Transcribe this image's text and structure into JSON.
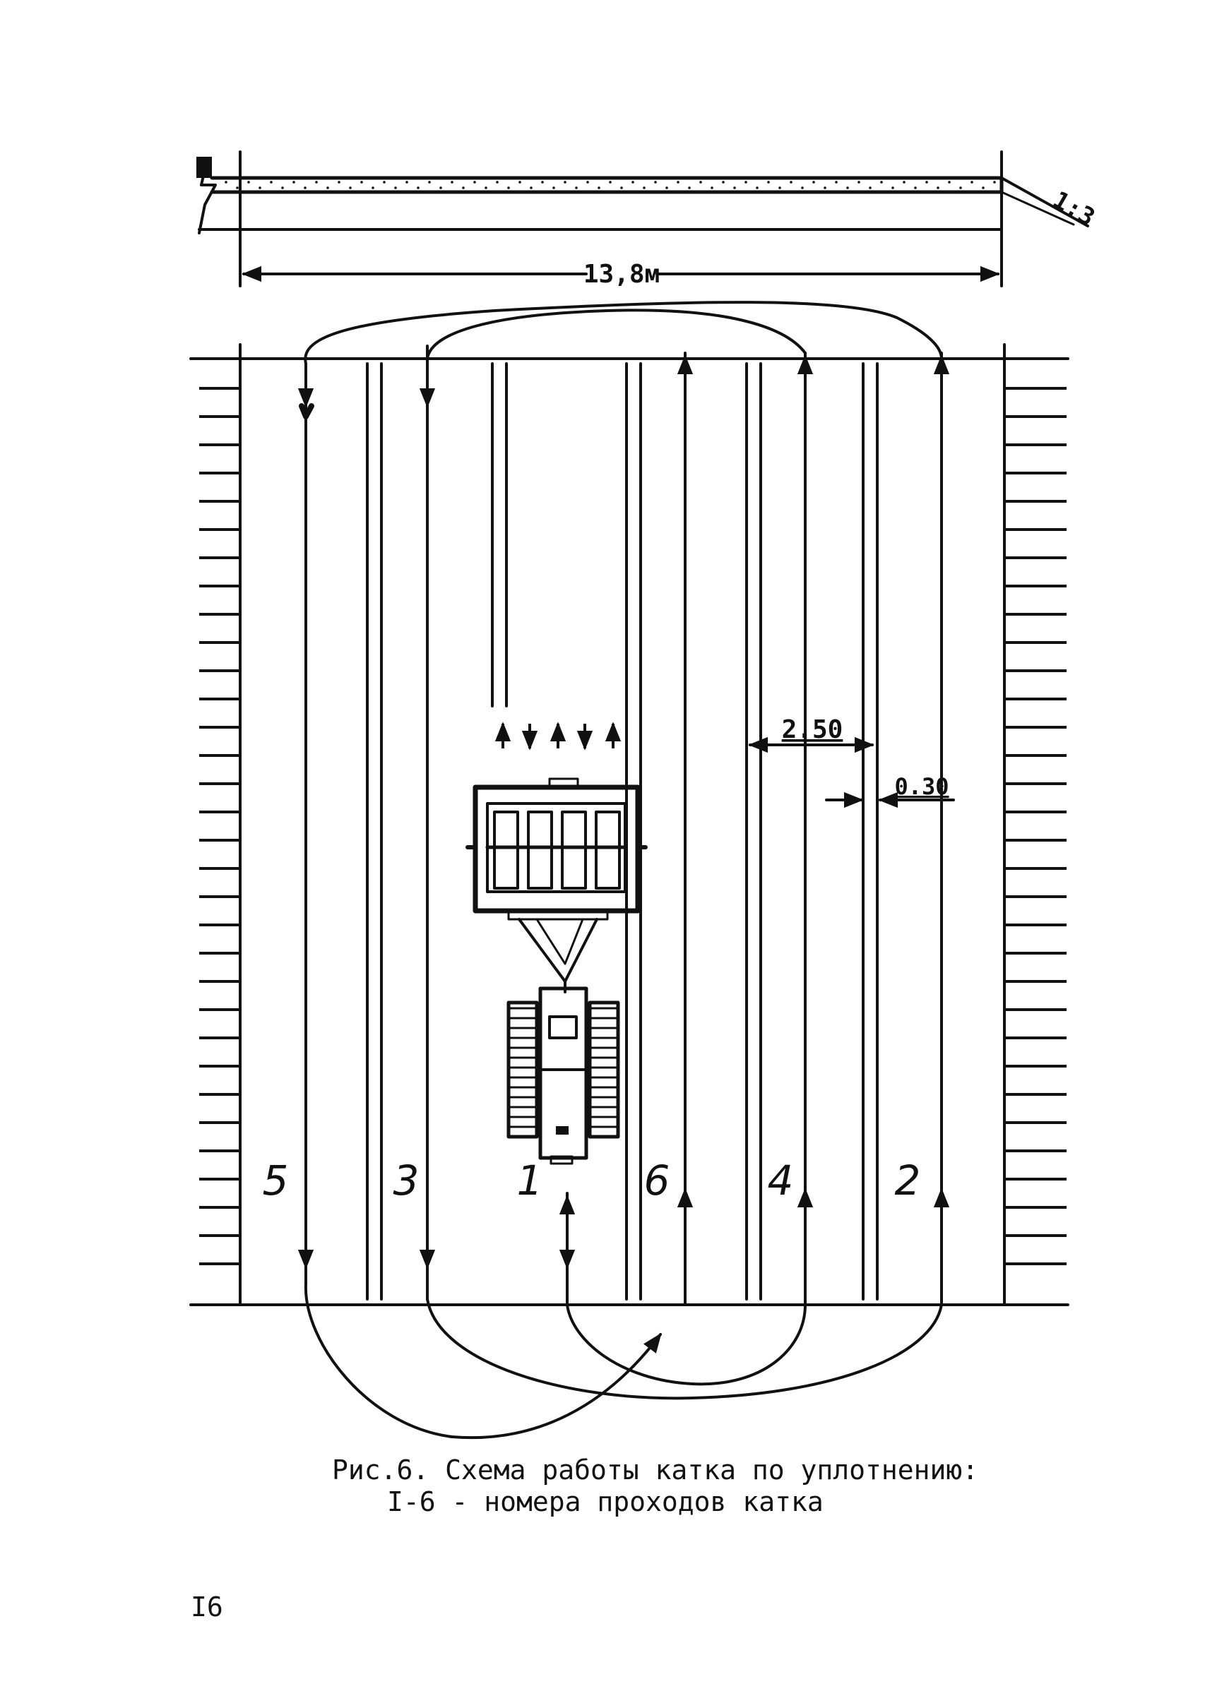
{
  "section": {
    "slope": "1:3",
    "width_label": "13,8м"
  },
  "plan": {
    "dimension_strip": "2.50",
    "dimension_overlap": "0.30",
    "pass_numbers": [
      "5",
      "3",
      "1",
      "6",
      "4",
      "2"
    ]
  },
  "caption": {
    "line1": "Рис.6. Схема работы катка по уплотнению:",
    "line2": "I-6 - номера проходов катка"
  },
  "page_number": "I6"
}
